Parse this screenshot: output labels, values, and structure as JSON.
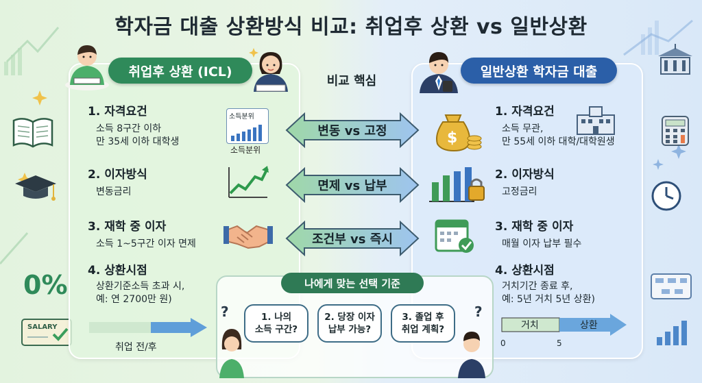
{
  "title": "학자금 대출 상환방식 비교: 취업후 상환 vs 일반상환",
  "left": {
    "header": "취업후 상환 (ICL)",
    "sections": [
      {
        "title": "1. 자격요건",
        "body": "소득 8구간 이하\n만 35세 이하 대학생"
      },
      {
        "title": "2. 이자방식",
        "body": "변동금리"
      },
      {
        "title": "3. 재학 중 이자",
        "body": "소득 1~5구간 이자 면제"
      },
      {
        "title": "4. 상환시점",
        "body": "상환기준소득 초과 시,\n예: 연 2700만 원)"
      }
    ],
    "income_chart_top": "소득분위",
    "income_chart_bottom": "소득분위",
    "timeline_label": "취업 전/후",
    "salary_label": "SALARY"
  },
  "right": {
    "header": "일반상환 학자금 대출",
    "sections": [
      {
        "title": "1. 자격요건",
        "body": "소득 무관,\n만 55세 이하 대학/대학원생"
      },
      {
        "title": "2. 이자방식",
        "body": "고정금리"
      },
      {
        "title": "3. 재학 중 이자",
        "body": "매월 이자 납부 필수"
      },
      {
        "title": "4. 상환시점",
        "body": "거치기간 종료 후,\n예: 5년 거치 5년 상환)"
      }
    ],
    "timeline": {
      "segment1": "거치",
      "segment2": "상환",
      "tick_start": "0",
      "tick_mid": "5"
    }
  },
  "center": {
    "heading": "비교 핵심",
    "arrows": [
      "변동 vs 고정",
      "면제 vs 납부",
      "조건부 vs 즉시"
    ]
  },
  "choose": {
    "heading": "나에게 맞는 선택 기준",
    "questions": [
      "1. 나의\n소득 구간?",
      "2. 당장 이자\n납부 가능?",
      "3. 졸업 후\n취업 계획?"
    ]
  },
  "decor": {
    "percent_text": "0%",
    "colors": {
      "green": "#2f8a5a",
      "blue": "#2b5fa8"
    }
  }
}
